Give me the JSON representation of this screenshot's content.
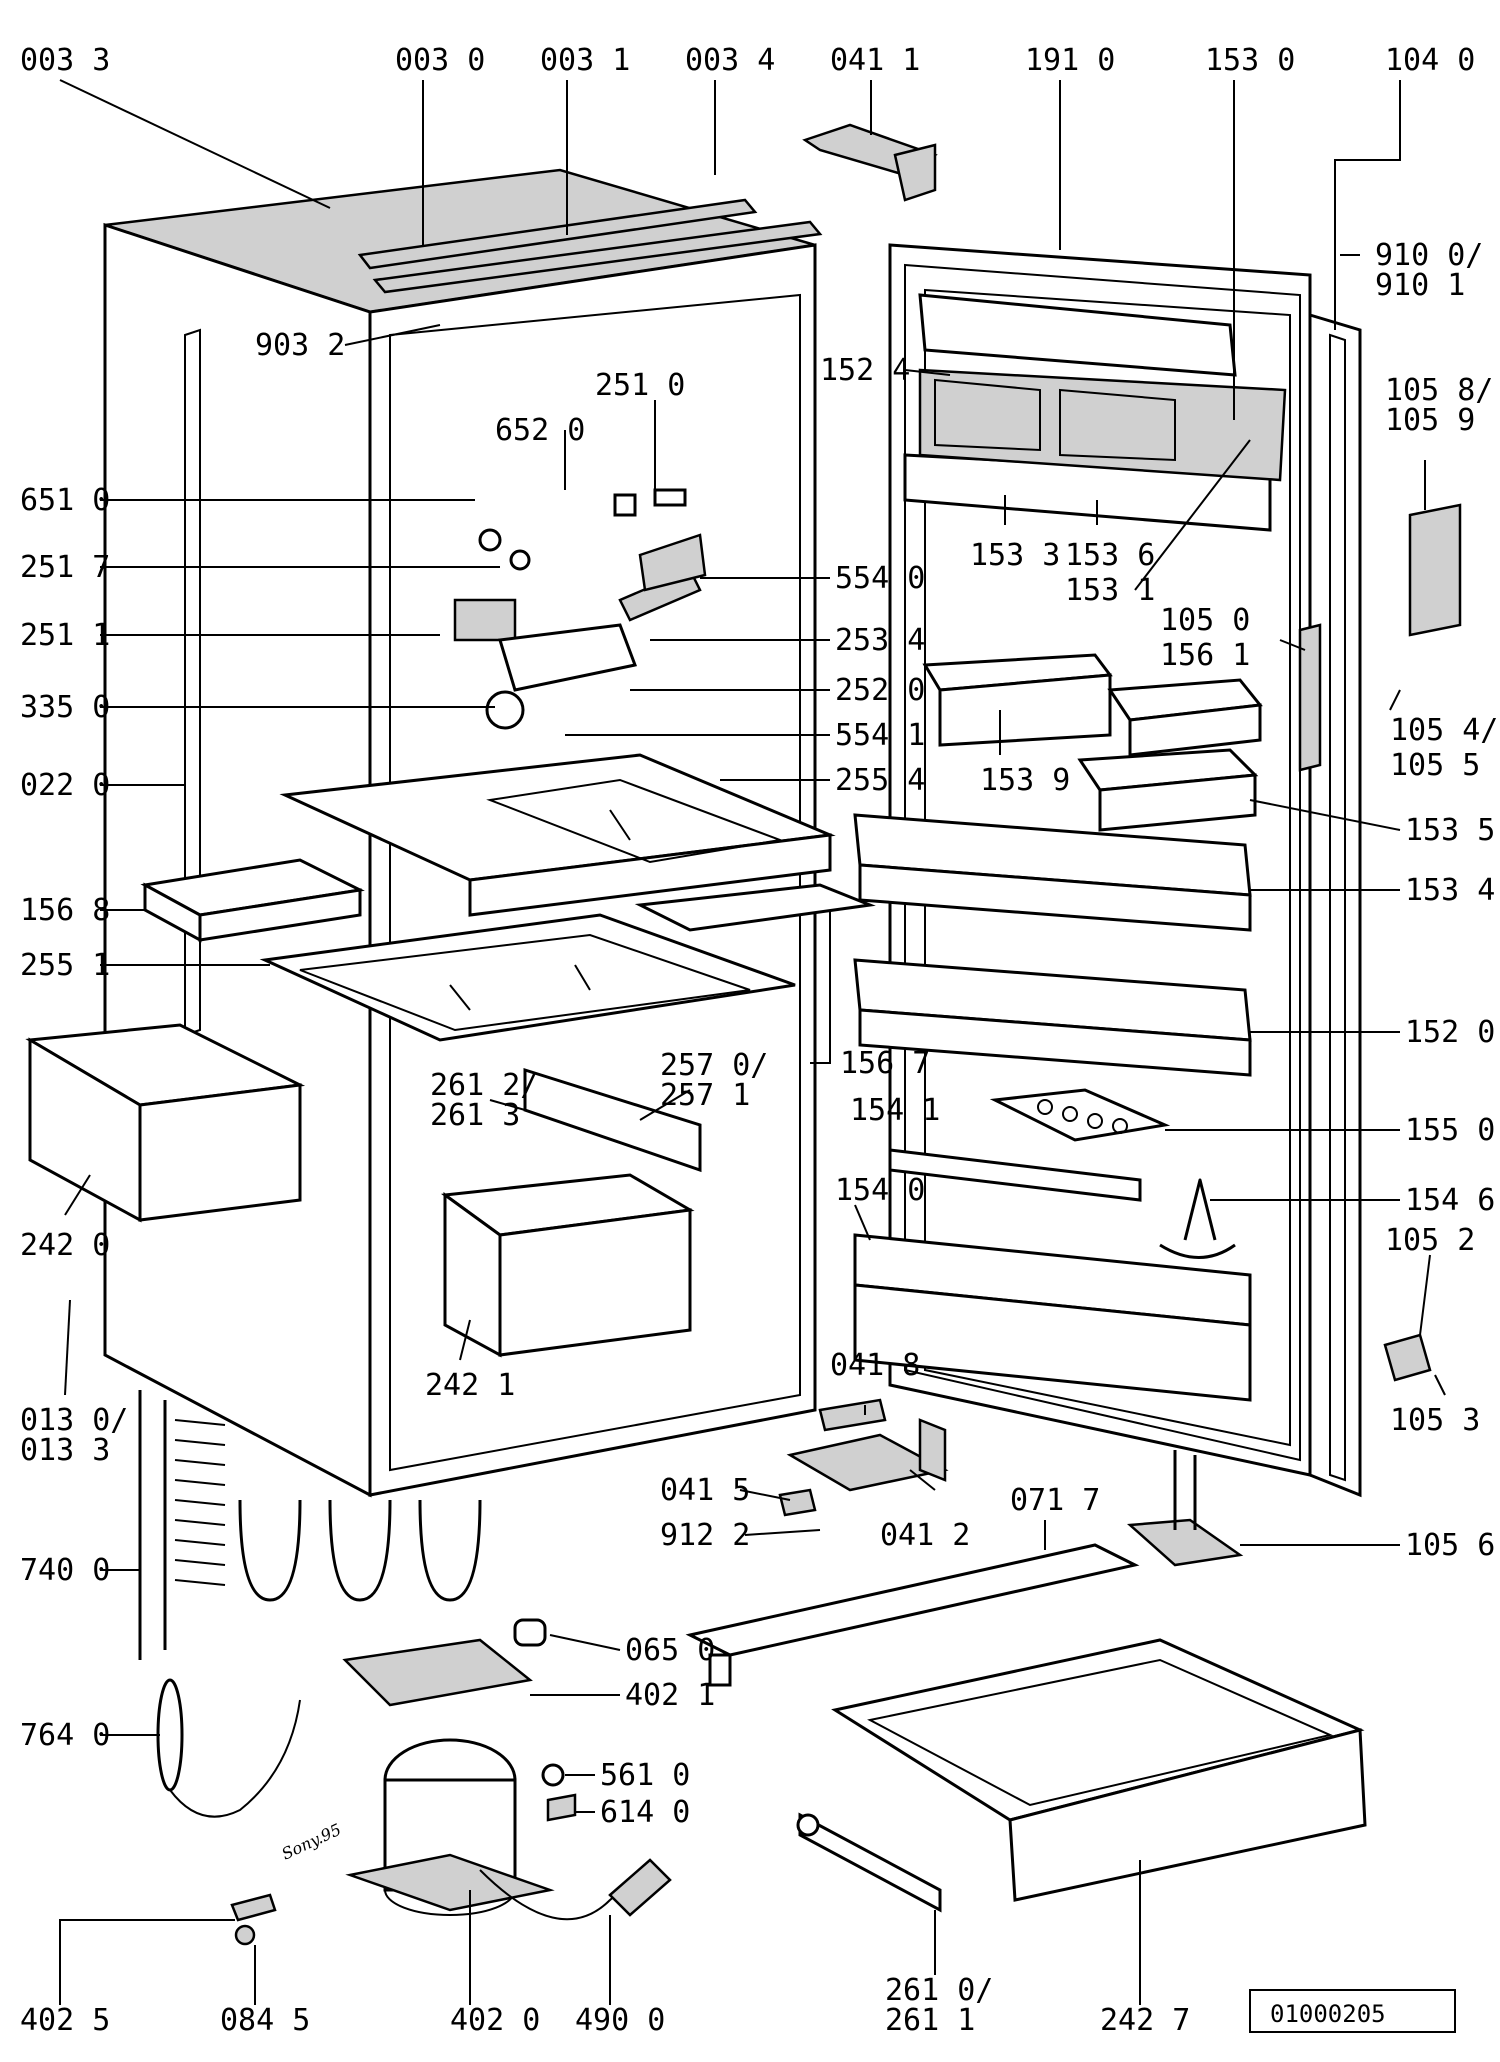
{
  "diagram": {
    "labels": {
      "l0033": "003 3",
      "l0030": "003 0",
      "l0031": "003 1",
      "l0034": "003 4",
      "l0411": "041 1",
      "l1910": "191 0",
      "l1530": "153 0",
      "l1040": "104 0",
      "l9100": "910 0/",
      "l9101": "910 1",
      "l9032": "903 2",
      "l1524": "152 4",
      "l2510": "251 0",
      "l6520": "652 0",
      "l1058": "105 8/",
      "l1059": "105 9",
      "l6510": "651 0",
      "l2517": "251 7",
      "l5540": "554 0",
      "l1533": "153 3",
      "l1536": "153 6",
      "l1531": "153 1",
      "l2511": "251 1",
      "l2534": "253 4",
      "l1050": "105 0",
      "l1561": "156 1",
      "l2520": "252 0",
      "l3350": "335 0",
      "l5541": "554 1",
      "l1054": "105 4/",
      "l1055": "105 5",
      "l0220": "022 0",
      "l2554": "255 4",
      "l1539": "153 9",
      "l1535": "153 5",
      "l1568": "156 8",
      "l1534": "153 4",
      "l2551": "255 1",
      "l1520": "152 0",
      "l2570": "257 0/",
      "l2571": "257 1",
      "l1567": "156 7",
      "l2612": "261 2/",
      "l2613": "261 3",
      "l1541": "154 1",
      "l1550": "155 0",
      "l2420": "242 0",
      "l1540": "154 0",
      "l1546": "154 6",
      "l1052": "105 2",
      "l2421": "242 1",
      "l0418": "041 8",
      "l0130": "013 0/",
      "l0133": "013 3",
      "l1053": "105 3",
      "l0415": "041 5",
      "l0717": "071 7",
      "l9122": "912 2",
      "l0412": "041 2",
      "l1056": "105 6",
      "l7400": "740 0",
      "l0650": "065 0",
      "l4021": "402 1",
      "l7640": "764 0",
      "l5610": "561 0",
      "l6140": "614 0",
      "l4025": "402 5",
      "l0845": "084 5",
      "l4020": "402 0",
      "l4900": "490 0",
      "l2610": "261 0/",
      "l2611": "261 1",
      "l2427": "242 7"
    },
    "drawing_id": "01000205",
    "handwritten_date": "Sony.95"
  }
}
